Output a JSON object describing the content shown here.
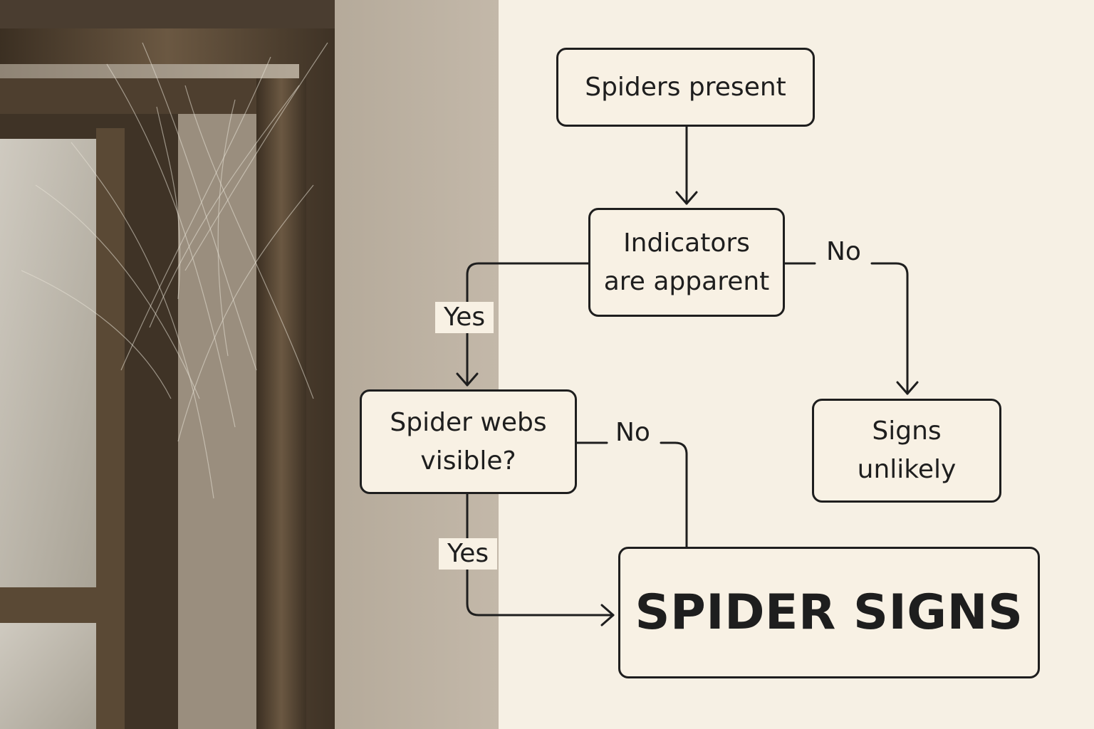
{
  "diagram": {
    "nodes": {
      "start": {
        "lines": [
          "Spiders present"
        ]
      },
      "indicators": {
        "lines": [
          "Indicators",
          "are apparent"
        ]
      },
      "webs": {
        "lines": [
          "Spider webs",
          "visible?"
        ]
      },
      "unlikely": {
        "lines": [
          "Signs",
          "unlikely"
        ]
      },
      "result": {
        "lines": [
          "SPIDER SIGNS"
        ]
      }
    },
    "edges": [
      {
        "from": "start",
        "to": "indicators",
        "label": ""
      },
      {
        "from": "indicators",
        "to": "webs",
        "label": "Yes"
      },
      {
        "from": "indicators",
        "to": "unlikely",
        "label": "No"
      },
      {
        "from": "webs",
        "to": "result",
        "label": "No"
      },
      {
        "from": "webs",
        "to": "result",
        "label": "Yes"
      }
    ],
    "edge_labels": {
      "indicators_yes": "Yes",
      "indicators_no": "No",
      "webs_no": "No",
      "webs_yes": "Yes"
    }
  },
  "colors": {
    "background": "#f6f0e4",
    "box_fill": "#f8f1e4",
    "line": "#1e1e1e",
    "photo_wall": "#a89d8f",
    "photo_frame": "#5c4a36"
  },
  "photo": {
    "subject": "window-frame-with-cobwebs"
  }
}
